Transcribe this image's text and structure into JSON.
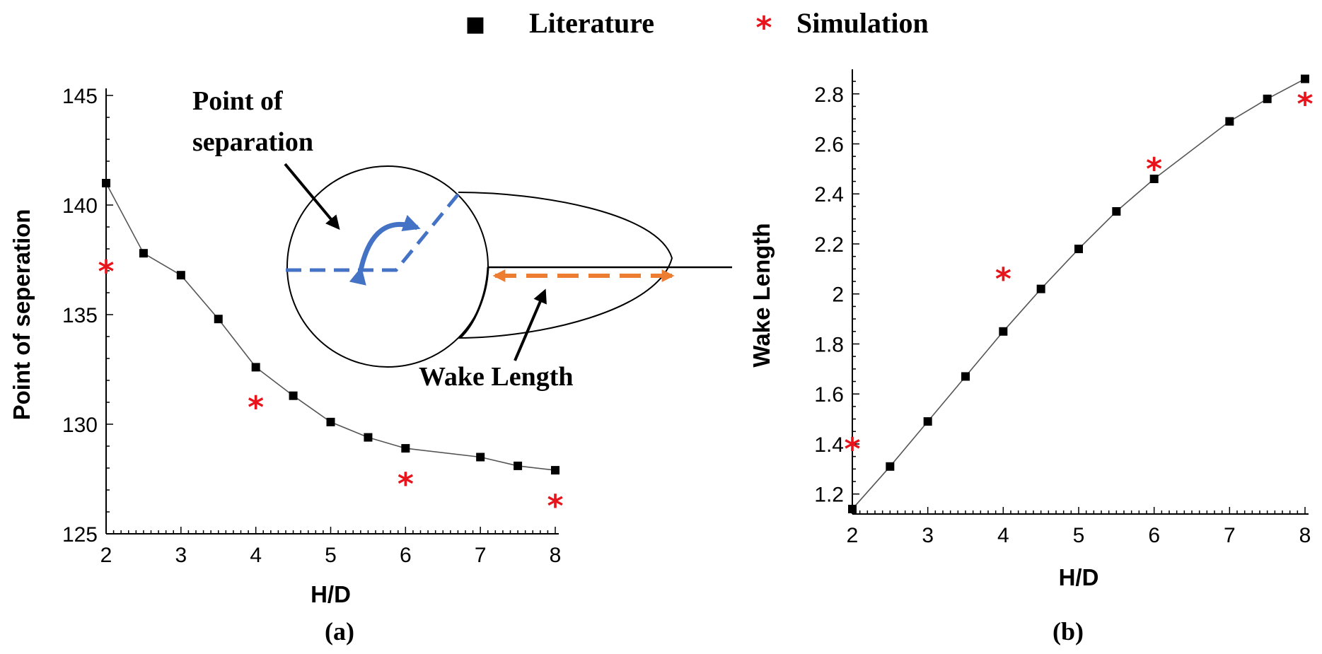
{
  "legend": {
    "literature_label": "Literature",
    "simulation_label": "Simulation",
    "literature_marker": "■",
    "simulation_marker": "*"
  },
  "annotations": {
    "separation_line1": "Point of",
    "separation_line2": "separation",
    "wake_label": "Wake Length"
  },
  "colors": {
    "simulation": "#e8141c",
    "literature": "#000000",
    "separation_arrow": "#4472c4",
    "wake_arrow": "#ed7d31"
  },
  "chart_data": [
    {
      "type": "line",
      "panel_label": "(a)",
      "xlabel": "H/D",
      "ylabel": "Point of seperation",
      "xlim": [
        2,
        8
      ],
      "ylim": [
        125,
        145
      ],
      "xticks": [
        2,
        3,
        4,
        5,
        6,
        7,
        8
      ],
      "yticks": [
        125,
        130,
        135,
        140,
        145
      ],
      "series": [
        {
          "name": "Literature",
          "marker": "square",
          "x": [
            2,
            2.5,
            3,
            3.5,
            4,
            4.5,
            5,
            5.5,
            6,
            7,
            7.5,
            8
          ],
          "y": [
            141,
            137.8,
            136.8,
            134.8,
            132.6,
            131.3,
            130.1,
            129.4,
            128.9,
            128.5,
            128.1,
            127.9
          ]
        },
        {
          "name": "Simulation",
          "marker": "asterisk",
          "x": [
            2,
            4,
            6,
            8
          ],
          "y": [
            137.2,
            131,
            127.5,
            126.5
          ]
        }
      ]
    },
    {
      "type": "line",
      "panel_label": "(b)",
      "xlabel": "H/D",
      "ylabel": "Wake Length",
      "xlim": [
        2,
        8
      ],
      "ylim": [
        1.12,
        2.87
      ],
      "xticks": [
        2,
        3,
        4,
        5,
        6,
        7,
        8
      ],
      "yticks": [
        1.2,
        1.4,
        1.6,
        1.8,
        2,
        2.2,
        2.4,
        2.6,
        2.8
      ],
      "ytick_labels": [
        "1.2",
        "1.4",
        "1.6",
        "1.8",
        "2",
        "2.2",
        "2.4",
        "2.6",
        "2.8"
      ],
      "series": [
        {
          "name": "Literature",
          "marker": "square",
          "x": [
            2,
            2.5,
            3,
            3.5,
            4,
            4.5,
            5,
            5.5,
            6,
            7,
            7.5,
            8
          ],
          "y": [
            1.14,
            1.31,
            1.49,
            1.67,
            1.85,
            2.02,
            2.18,
            2.33,
            2.46,
            2.69,
            2.78,
            2.86
          ]
        },
        {
          "name": "Simulation",
          "marker": "asterisk",
          "x": [
            2,
            4,
            6,
            8
          ],
          "y": [
            1.4,
            2.08,
            2.52,
            2.78
          ]
        }
      ]
    }
  ]
}
